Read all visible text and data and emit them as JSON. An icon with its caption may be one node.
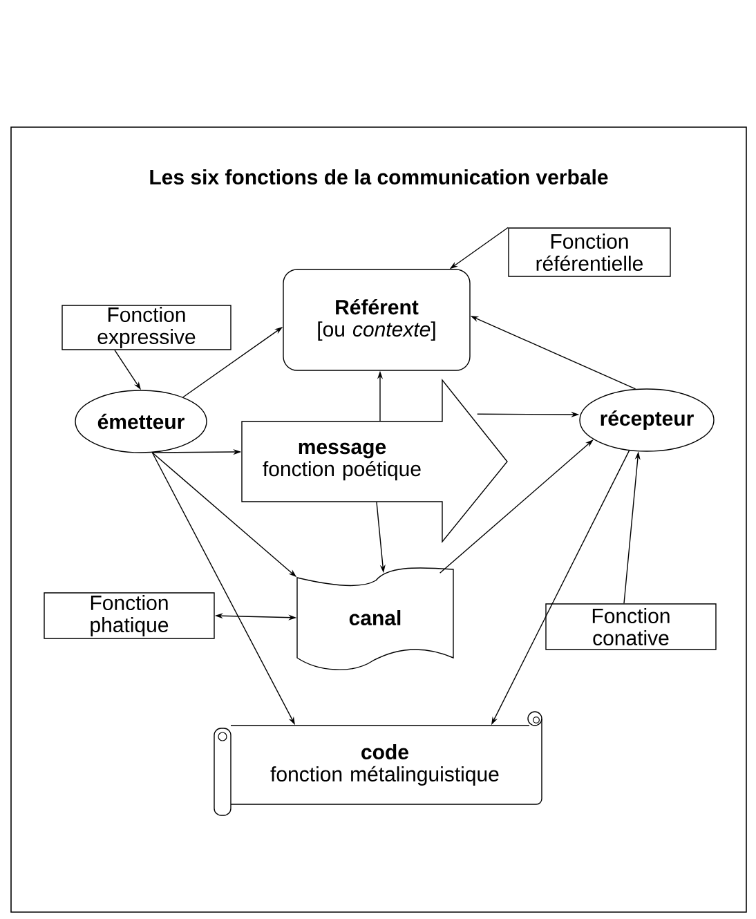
{
  "diagram": {
    "title": "Les six fonctions de la communication verbale",
    "nodes": [
      {
        "text": [
          "Fonction référentielle"
        ]
      },
      {
        "text": [
          "Référent",
          "[ou *contexte*]"
        ]
      },
      {
        "text": [
          "Fonction expressive"
        ]
      },
      {
        "text": [
          "émetteur"
        ]
      },
      {
        "text": [
          "message",
          "fonction poétique"
        ]
      },
      {
        "text": [
          "récepteur"
        ]
      },
      {
        "text": [
          "Fonction phatique"
        ]
      },
      {
        "text": [
          "canal"
        ]
      },
      {
        "text": [
          "Fonction conative"
        ]
      },
      {
        "text": [
          "code",
          "fonction métalinguistique"
        ]
      }
    ],
    "edges": [
      {
        "from": 0,
        "to": 1,
        "arrow": "to"
      },
      {
        "from": 2,
        "to": 3,
        "arrow": "to"
      },
      {
        "from": 3,
        "to": 1,
        "arrow": "to"
      },
      {
        "from": 5,
        "to": 1,
        "arrow": "to"
      },
      {
        "from": 4,
        "to": 1,
        "arrow": "to"
      },
      {
        "from": 3,
        "to": 4,
        "arrow": "to"
      },
      {
        "from": 4,
        "to": 5,
        "arrow": "to"
      },
      {
        "from": 7,
        "to": 5,
        "arrow": "to"
      },
      {
        "from": 3,
        "to": 7,
        "arrow": "to"
      },
      {
        "from": 4,
        "to": 7,
        "arrow": "to"
      },
      {
        "from": 6,
        "to": 7,
        "arrow": "both"
      },
      {
        "from": 3,
        "to": 9,
        "arrow": "to"
      },
      {
        "from": 5,
        "to": 9,
        "arrow": "to"
      },
      {
        "from": 8,
        "to": 5,
        "arrow": "to"
      }
    ]
  }
}
